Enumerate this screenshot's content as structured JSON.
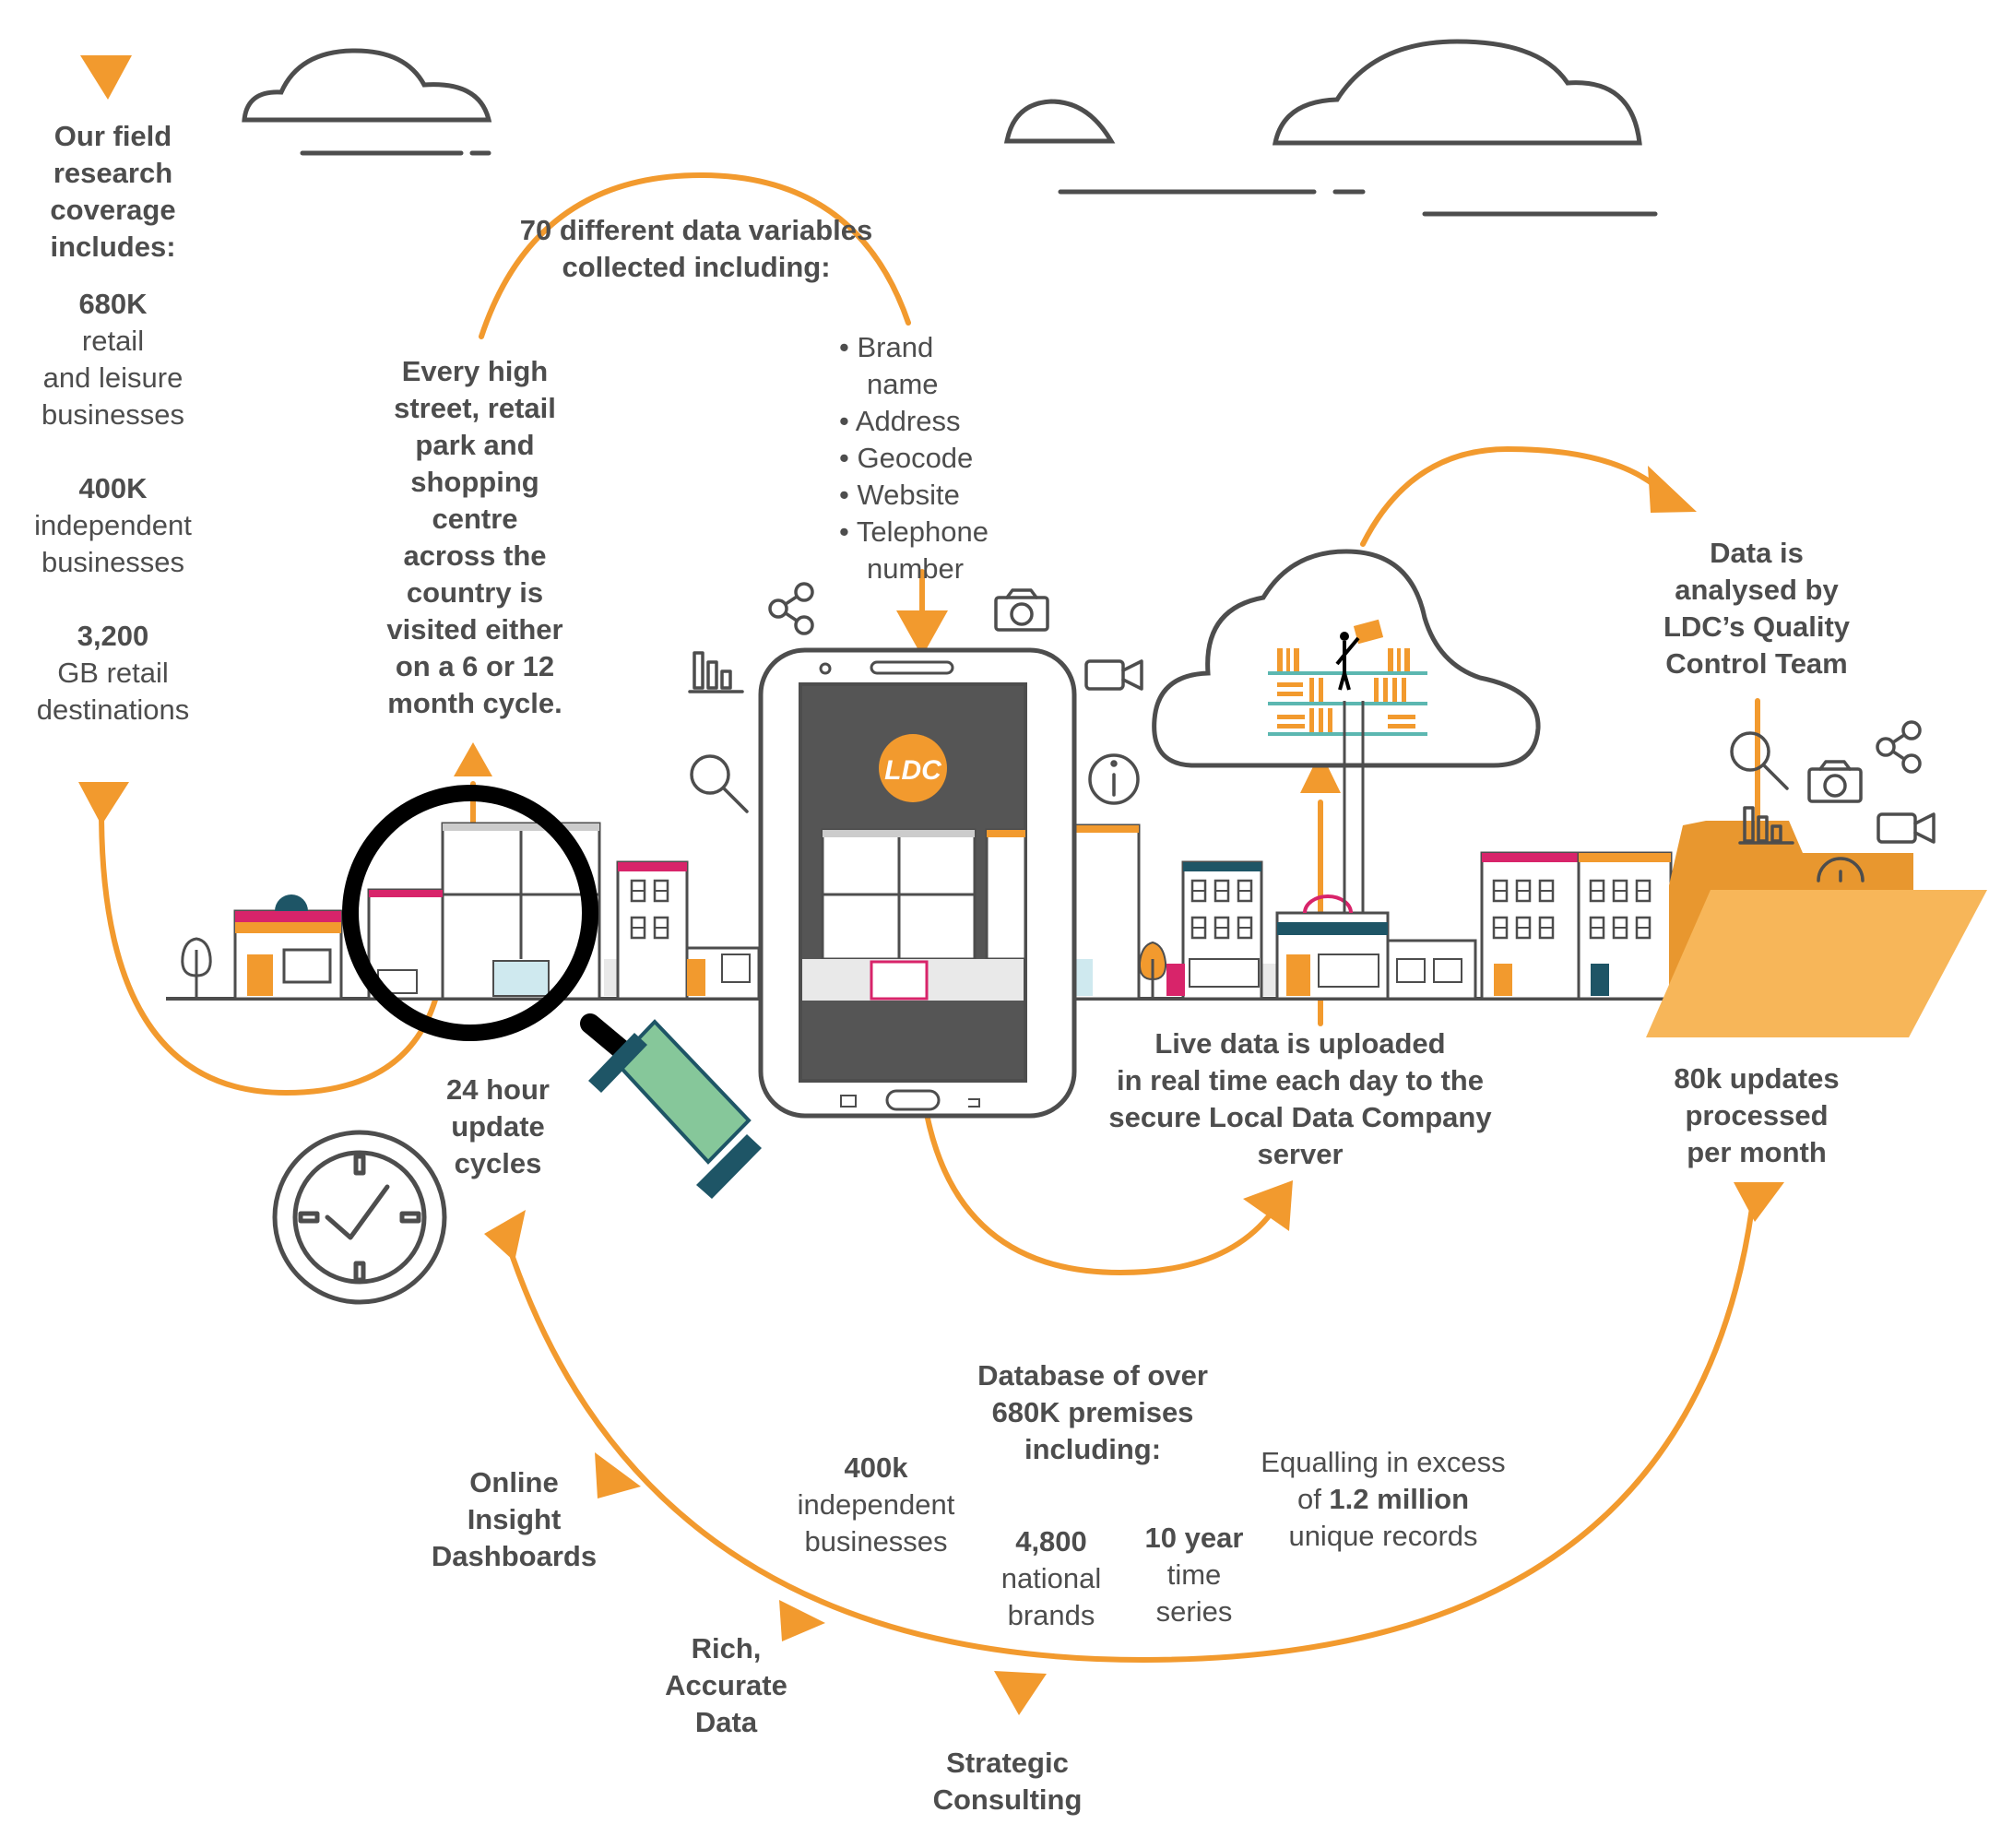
{
  "colors": {
    "orange": "#f29a2e",
    "dark": "#4d4d4d",
    "folder": "#f7b659",
    "teal": "#1e5566",
    "green": "#86c79a",
    "screen": "#555555"
  },
  "coverage": {
    "heading": [
      "Our field",
      "research",
      "coverage",
      "includes:"
    ],
    "stat1": {
      "value": "680K",
      "label": [
        "retail",
        "and leisure",
        "businesses"
      ]
    },
    "stat2": {
      "value": "400K",
      "label": [
        "independent",
        "businesses"
      ]
    },
    "stat3": {
      "value": "3,200",
      "label": [
        "GB retail",
        "destinations"
      ]
    }
  },
  "high_street": [
    "Every high",
    "street, retail",
    "park and",
    "shopping",
    "centre",
    "across the",
    "country is",
    "visited either",
    "on a 6 or 12",
    "month cycle."
  ],
  "variables": {
    "heading": [
      "70 different data variables",
      "collected including:"
    ],
    "items": [
      [
        "Brand",
        "name"
      ],
      [
        "Address"
      ],
      [
        "Geocode"
      ],
      [
        "Website"
      ],
      [
        "Telephone",
        "number"
      ]
    ]
  },
  "logo_text": "LDC",
  "live_data": [
    "Live data is uploaded",
    "in real time each day to the",
    "secure Local Data Company",
    "server"
  ],
  "analysed": [
    "Data is",
    "analysed by",
    "LDC’s Quality",
    "Control Team"
  ],
  "updates": [
    "80k updates",
    "processed",
    "per month"
  ],
  "cycles": [
    "24 hour",
    "update",
    "cycles"
  ],
  "database": {
    "heading": [
      "Database of over",
      "680K premises",
      "including:"
    ],
    "independent": {
      "value": "400k",
      "label": [
        "independent",
        "businesses"
      ]
    },
    "brands": {
      "value": "4,800",
      "label": [
        "national",
        "brands"
      ]
    },
    "timeseries": {
      "value": "10 year",
      "label": [
        "time",
        "series"
      ]
    },
    "records": {
      "pre": "Equalling in excess",
      "of": "of ",
      "value": "1.2 million",
      "post": "unique records"
    }
  },
  "outputs": {
    "dashboards": [
      "Online",
      "Insight",
      "Dashboards"
    ],
    "rich_data": [
      "Rich,",
      "Accurate",
      "Data"
    ],
    "consulting": [
      "Strategic",
      "Consulting"
    ]
  },
  "icons": [
    "share-icon",
    "camera-icon",
    "bar-chart-icon",
    "video-icon",
    "search-icon",
    "info-icon",
    "clock-icon",
    "magnifying-glass-icon",
    "phone-icon",
    "cloud-icon",
    "folder-icon"
  ]
}
